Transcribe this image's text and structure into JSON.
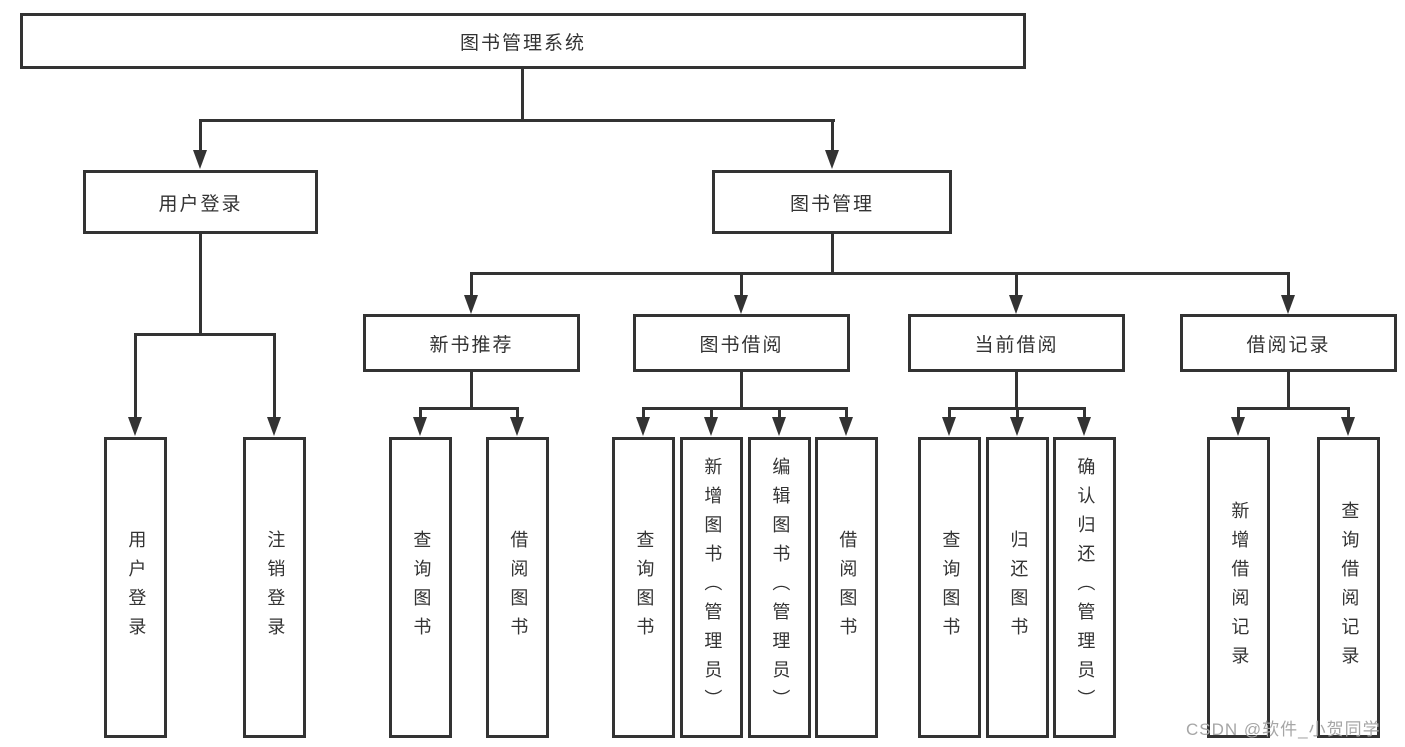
{
  "diagram": {
    "title": "图书管理系统",
    "root": {
      "label": "图书管理系统"
    },
    "level2": [
      {
        "label": "用户登录"
      },
      {
        "label": "图书管理"
      }
    ],
    "level3": [
      {
        "label": "新书推荐",
        "parent": "图书管理"
      },
      {
        "label": "图书借阅",
        "parent": "图书管理"
      },
      {
        "label": "当前借阅",
        "parent": "图书管理"
      },
      {
        "label": "借阅记录",
        "parent": "图书管理"
      }
    ],
    "leaves": [
      {
        "label": "用户登录",
        "parent": "用户登录"
      },
      {
        "label": "注销登录",
        "parent": "用户登录"
      },
      {
        "label": "查询图书",
        "parent": "新书推荐"
      },
      {
        "label": "借阅图书",
        "parent": "新书推荐"
      },
      {
        "label": "查询图书",
        "parent": "图书借阅"
      },
      {
        "label": "新增图书（管理员）",
        "parent": "图书借阅"
      },
      {
        "label": "编辑图书（管理员）",
        "parent": "图书借阅"
      },
      {
        "label": "借阅图书",
        "parent": "图书借阅"
      },
      {
        "label": "查询图书",
        "parent": "当前借阅"
      },
      {
        "label": "归还图书",
        "parent": "当前借阅"
      },
      {
        "label": "确认归还（管理员）",
        "parent": "当前借阅"
      },
      {
        "label": "新增借阅记录",
        "parent": "借阅记录"
      },
      {
        "label": "查询借阅记录",
        "parent": "借阅记录"
      }
    ]
  },
  "watermark": {
    "text": "CSDN @软件_小贺同学"
  },
  "colors": {
    "line": "#333333",
    "box_border": "#333333",
    "text": "#333333",
    "background": "#ffffff",
    "watermark": "#a6a6a6"
  }
}
